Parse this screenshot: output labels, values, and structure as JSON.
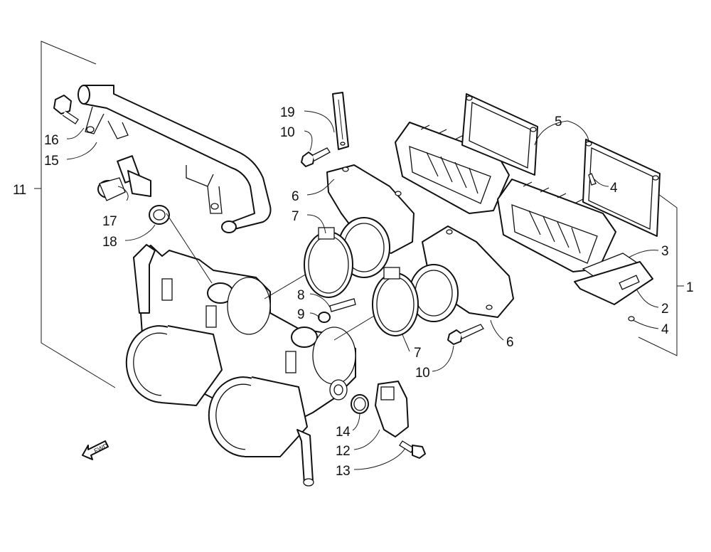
{
  "diagram": {
    "callouts": [
      {
        "id": "c1",
        "label": "1"
      },
      {
        "id": "c2",
        "label": "2"
      },
      {
        "id": "c3",
        "label": "3"
      },
      {
        "id": "c4a",
        "label": "4"
      },
      {
        "id": "c4b",
        "label": "4"
      },
      {
        "id": "c5",
        "label": "5"
      },
      {
        "id": "c6a",
        "label": "6"
      },
      {
        "id": "c6b",
        "label": "6"
      },
      {
        "id": "c7a",
        "label": "7"
      },
      {
        "id": "c7b",
        "label": "7"
      },
      {
        "id": "c8",
        "label": "8"
      },
      {
        "id": "c9",
        "label": "9"
      },
      {
        "id": "c10a",
        "label": "10"
      },
      {
        "id": "c10b",
        "label": "10"
      },
      {
        "id": "c11",
        "label": "11"
      },
      {
        "id": "c12",
        "label": "12"
      },
      {
        "id": "c13",
        "label": "13"
      },
      {
        "id": "c14",
        "label": "14"
      },
      {
        "id": "c15",
        "label": "15"
      },
      {
        "id": "c16",
        "label": "16"
      },
      {
        "id": "c17",
        "label": "17"
      },
      {
        "id": "c18",
        "label": "18"
      },
      {
        "id": "c19",
        "label": "19"
      }
    ],
    "fwd_label": "FWD",
    "line_color": "#111111",
    "background": "#ffffff"
  }
}
